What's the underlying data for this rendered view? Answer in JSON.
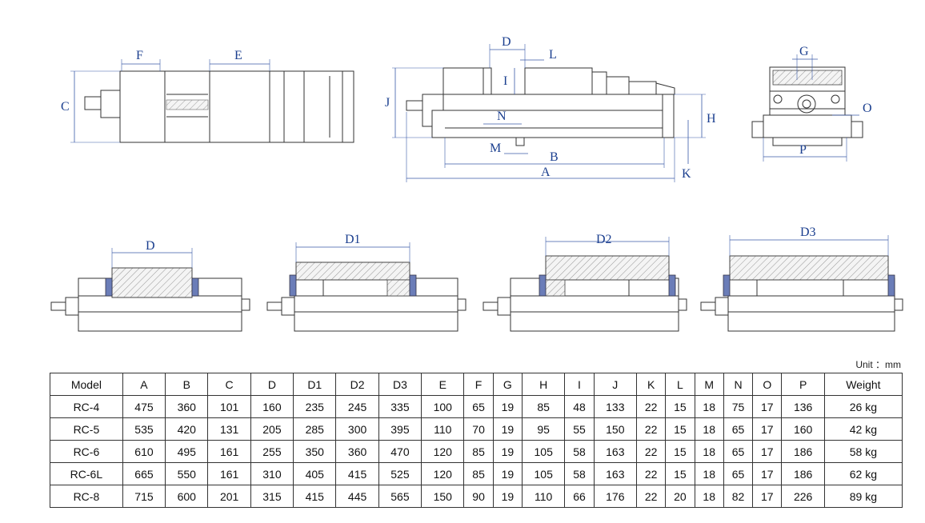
{
  "drawing": {
    "top_view_labels": [
      "F",
      "E",
      "C"
    ],
    "side_view_labels": [
      "D",
      "L",
      "I",
      "J",
      "N",
      "H",
      "M",
      "B",
      "K",
      "A"
    ],
    "end_view_labels": [
      "G",
      "O",
      "P"
    ],
    "clamp_views": [
      "D",
      "D1",
      "D2",
      "D3"
    ],
    "colors": {
      "dimension": "#3a5aa8",
      "label": "#1b3f8f",
      "pad": "#6b7db8"
    }
  },
  "unit_note": "Unit ：mm",
  "table": {
    "headers": [
      "Model",
      "A",
      "B",
      "C",
      "D",
      "D1",
      "D2",
      "D3",
      "E",
      "F",
      "G",
      "H",
      "I",
      "J",
      "K",
      "L",
      "M",
      "N",
      "O",
      "P",
      "Weight"
    ],
    "rows": [
      [
        "RC-4",
        "475",
        "360",
        "101",
        "160",
        "235",
        "245",
        "335",
        "100",
        "65",
        "19",
        "85",
        "48",
        "133",
        "22",
        "15",
        "18",
        "75",
        "17",
        "136",
        "26 kg"
      ],
      [
        "RC-5",
        "535",
        "420",
        "131",
        "205",
        "285",
        "300",
        "395",
        "110",
        "70",
        "19",
        "95",
        "55",
        "150",
        "22",
        "15",
        "18",
        "65",
        "17",
        "160",
        "42 kg"
      ],
      [
        "RC-6",
        "610",
        "495",
        "161",
        "255",
        "350",
        "360",
        "470",
        "120",
        "85",
        "19",
        "105",
        "58",
        "163",
        "22",
        "15",
        "18",
        "65",
        "17",
        "186",
        "58 kg"
      ],
      [
        "RC-6L",
        "665",
        "550",
        "161",
        "310",
        "405",
        "415",
        "525",
        "120",
        "85",
        "19",
        "105",
        "58",
        "163",
        "22",
        "15",
        "18",
        "65",
        "17",
        "186",
        "62 kg"
      ],
      [
        "RC-8",
        "715",
        "600",
        "201",
        "315",
        "415",
        "445",
        "565",
        "150",
        "90",
        "19",
        "110",
        "66",
        "176",
        "22",
        "20",
        "18",
        "82",
        "17",
        "226",
        "89 kg"
      ]
    ]
  }
}
